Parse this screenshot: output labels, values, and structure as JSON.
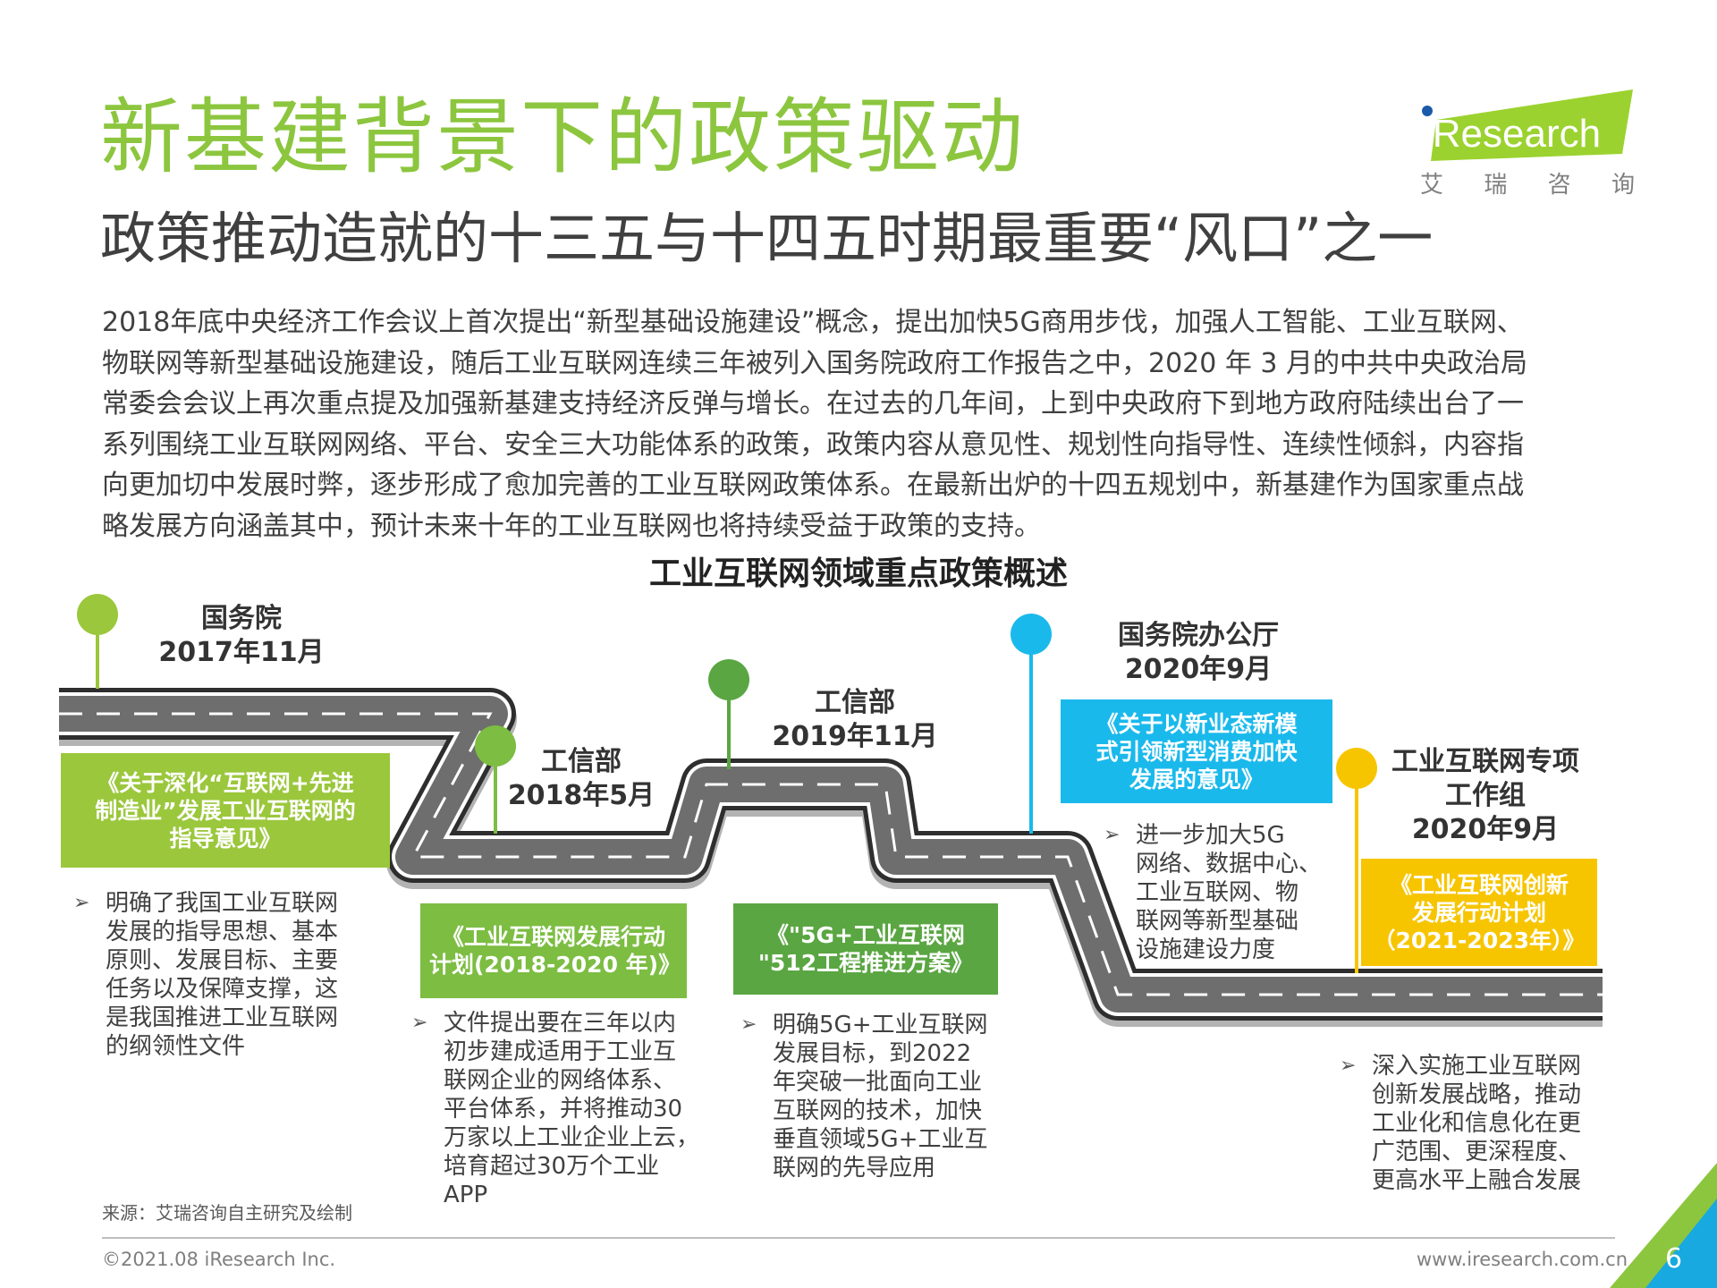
{
  "header": {
    "title": "新基建背景下的政策驱动",
    "subtitle": "政策推动造就的十三五与十四五时期最重要“风口”之一",
    "logo_text": "iResearch",
    "logo_cn": [
      "艾",
      "瑞",
      "咨",
      "询"
    ]
  },
  "intro": [
    "2018年底中央经济工作会议上首次提出“新型基础设施建设”概念，提出加快5G商用步伐，加强人工智能、工业互联网、",
    "物联网等新型基础设施建设，随后工业互联网连续三年被列入国务院政府工作报告之中，2020 年 3 月的中共中央政治局",
    "常委会会议上再次重点提及加强新基建支持经济反弹与增长。在过去的几年间，上到中央政府下到地方政府陆续出台了一",
    "系列围绕工业互联网网络、平台、安全三大功能体系的政策，政策内容从意见性、规划性向指导性、连续性倾斜，内容指",
    "向更加切中发展时弊，逐步形成了愈加完善的工业互联网政策体系。在最新出炉的十四五规划中，新基建作为国家重点战",
    "略发展方向涵盖其中，预计未来十年的工业互联网也将持续受益于政策的支持。"
  ],
  "diagram": {
    "title": "工业互联网领域重点政策概述",
    "milestones": [
      {
        "org": "国务院",
        "date": "2017年11月",
        "color": "#9bc73c",
        "doc": [
          "《关于深化“互联网+先进",
          "制造业”发展工业互联网的",
          "指导意见》"
        ],
        "desc": [
          "明确了我国工业互联网",
          "发展的指导思想、基本",
          "原则、发展目标、主要",
          "任务以及保障支撑，这",
          "是我国推进工业互联网",
          "的纲领性文件"
        ]
      },
      {
        "org": "工信部",
        "date": "2018年5月",
        "color": "#7cbd42",
        "doc": [
          "《工业互联网发展行动",
          "计划(2018-2020 年)》"
        ],
        "desc": [
          "文件提出要在三年以内",
          "初步建成适用于工业互",
          "联网企业的网络体系、",
          "平台体系，并将推动30",
          "万家以上工业企业上云，",
          "培育超过30万个工业",
          "APP"
        ]
      },
      {
        "org": "工信部",
        "date": "2019年11月",
        "color": "#5aa642",
        "doc": [
          "《\"5G+工业互联网",
          "\"512工程推进方案》"
        ],
        "desc": [
          "明确5G+工业互联网",
          "发展目标，到2022",
          "年突破一批面向工业",
          "互联网的技术，加快",
          "垂直领域5G+工业互",
          "联网的先导应用"
        ]
      },
      {
        "org": "国务院办公厅",
        "date": "2020年9月",
        "color": "#1ab9ec",
        "doc": [
          "《关于以新业态新模",
          "式引领新型消费加快",
          "发展的意见》"
        ],
        "desc": [
          "进一步加大5G",
          "网络、数据中心、",
          "工业互联网、物",
          "联网等新型基础",
          "设施建设力度"
        ]
      },
      {
        "org_lines": [
          "工业互联网专项",
          "工作组"
        ],
        "date": "2020年9月",
        "color": "#f7c500",
        "doc": [
          "《工业互联网创新",
          "发展行动计划",
          "（2021-2023年）》"
        ],
        "desc": [
          "深入实施工业互联网",
          "创新发展战略，推动",
          "工业化和信息化在更",
          "广范围、更深程度、",
          "更高水平上融合发展"
        ]
      }
    ]
  },
  "footer": {
    "source": "来源：艾瑞咨询自主研究及绘制",
    "copyright": "©2021.08 iResearch Inc.",
    "url": "www.iresearch.com.cn",
    "page": "6"
  }
}
